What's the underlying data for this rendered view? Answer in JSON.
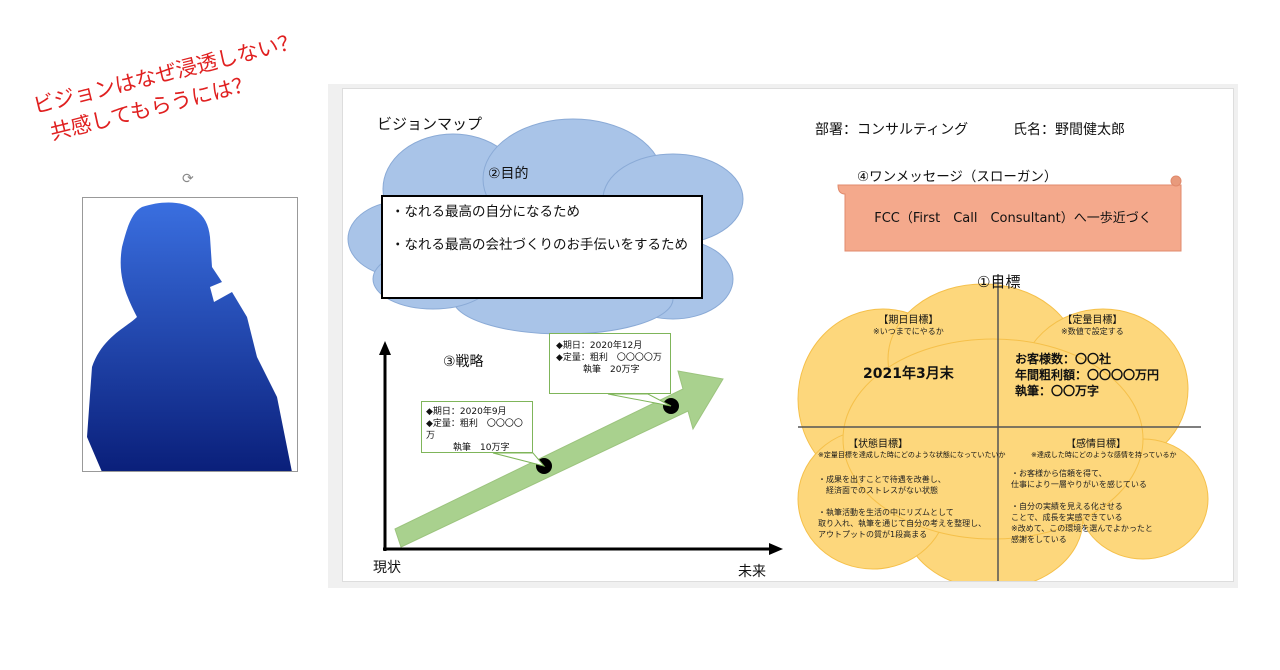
{
  "headline": [
    "ビジョンはなぜ浸透しない？",
    "共感してもらうには？"
  ],
  "title": "ビジョンマップ",
  "dept": "部署：コンサルティング",
  "name": "氏名：野間健太郎",
  "purpose": {
    "heading": "②目的",
    "items": [
      "・なれる最高の自分になるため",
      "・なれる最高の会社づくりのお手伝いをするため"
    ]
  },
  "strategy": {
    "heading": "③戦略",
    "x_start": "現状",
    "x_end": "未来",
    "callouts": [
      {
        "lines": [
          "◆期日：2020年9月",
          "◆定量：粗利　〇〇〇〇万",
          "　　　執筆　10万字"
        ]
      },
      {
        "lines": [
          "◆期日：2020年12月",
          "◆定量：粗利　〇〇〇〇万",
          "　　　執筆　20万字"
        ]
      }
    ]
  },
  "slogan": {
    "heading": "④ワンメッセージ（スローガン）",
    "text": "FCC（First　Call　Consultant）へ一歩近づく"
  },
  "goals": {
    "heading": "①目標",
    "deadline": {
      "title": "【期日目標】",
      "note": "※いつまでにやるか",
      "value": "2021年3月末"
    },
    "quantitative": {
      "title": "【定量目標】",
      "note": "※数値で設定する",
      "lines": [
        "お客様数：〇〇社",
        "年間粗利額：〇〇〇〇万円",
        "執筆：〇〇万字"
      ]
    },
    "state": {
      "title": "【状態目標】",
      "note": "※定量目標を達成した時にどのような状態になっていたいか",
      "lines": [
        "・成果を出すことで待遇を改善し、",
        "　経済面でのストレスがない状態",
        "",
        "・執筆活動を生活の中にリズムとして",
        "取り入れ、執筆を通じて自分の考えを整理し、",
        "アウトプットの質が1段高まる"
      ]
    },
    "emotion": {
      "title": "【感情目標】",
      "note": "※達成した時にどのような感情を持っているか",
      "lines": [
        "・お客様から信頼を得て、",
        "仕事により一層やりがいを感じている",
        "",
        "・自分の実績を見える化させる",
        "ことで、成長を実感できている",
        "※改めて、この環境を選んでよかったと",
        "感謝をしている"
      ]
    }
  },
  "colors": {
    "headline": "#e02020",
    "cloud_blue": "#a9c4e8",
    "cloud_orange": "#fdd77c",
    "arrow_green": "#a9d18e",
    "slogan_fill": "#f4a98c"
  }
}
